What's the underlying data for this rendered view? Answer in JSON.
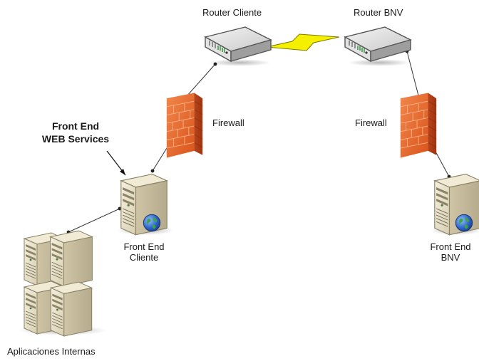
{
  "nodes": {
    "router_cliente": {
      "label": "Router Cliente"
    },
    "router_bnv": {
      "label": "Router BNV"
    },
    "firewall_cliente": {
      "label": "Firewall"
    },
    "firewall_bnv": {
      "label": "Firewall"
    },
    "front_end_cliente": {
      "label_line1": "Front End",
      "label_line2": "Cliente"
    },
    "front_end_bnv": {
      "label_line1": "Front End",
      "label_line2": "BNV"
    },
    "aplicaciones_internas": {
      "label": "Aplicaciones Internas"
    }
  },
  "callout": {
    "line1": "Front End",
    "line2": "WEB Services"
  },
  "colors": {
    "firewall": "#e8672c",
    "router": "#d8d8d8",
    "server": "#e6dfc8",
    "wan_link": "#f5f000",
    "globe": "#2f66c9"
  },
  "icons": {
    "router": "router-icon",
    "firewall": "firewall-icon",
    "server": "server-icon",
    "wan": "lightning-link-icon"
  }
}
